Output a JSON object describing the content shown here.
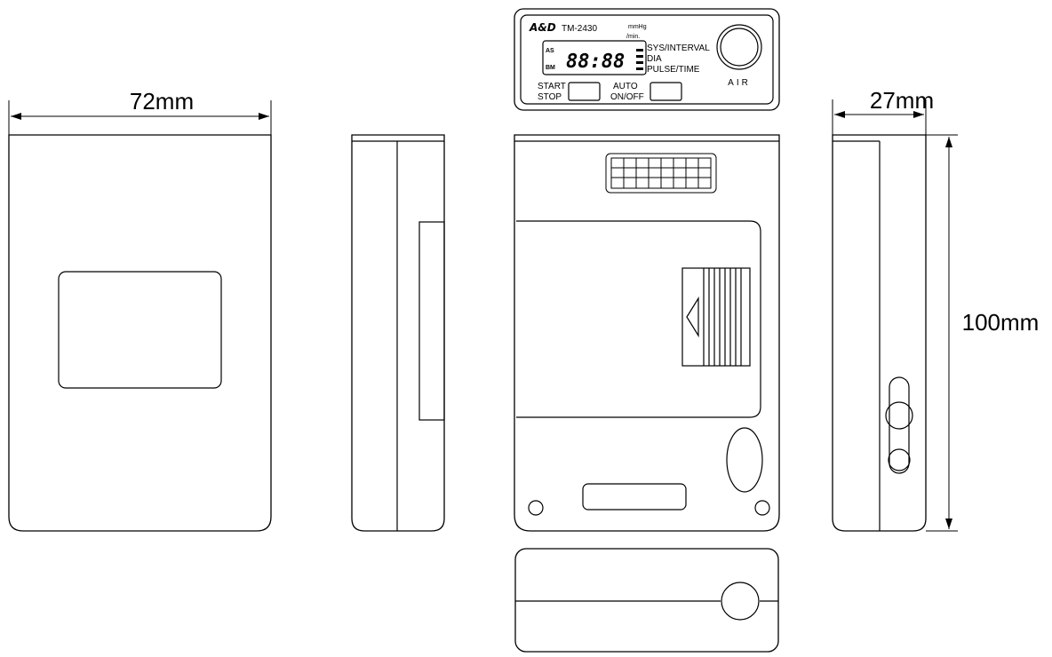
{
  "dimensions": {
    "width": "72mm",
    "depth": "27mm",
    "height": "100mm"
  },
  "panel": {
    "brand": "A&D",
    "model": "TM-2430",
    "unit_top": "mmHg",
    "unit_bottom": "/min.",
    "indicator_as": "AS",
    "indicator_bm": "BM",
    "lcd_value": "88:88",
    "label_sys": "SYS/INTERVAL",
    "label_dia": "DIA",
    "label_pulse": "PULSE/TIME",
    "air_label": "AIR",
    "start_stop_label_1": "START",
    "start_stop_label_2": "STOP",
    "auto_label_1": "AUTO",
    "auto_label_2": "ON/OFF"
  },
  "views": [
    "front-view",
    "left-side-view",
    "back-view",
    "right-side-view",
    "top-panel-view",
    "bottom-view"
  ],
  "colors": {
    "stroke": "#000000",
    "background": "#ffffff"
  }
}
